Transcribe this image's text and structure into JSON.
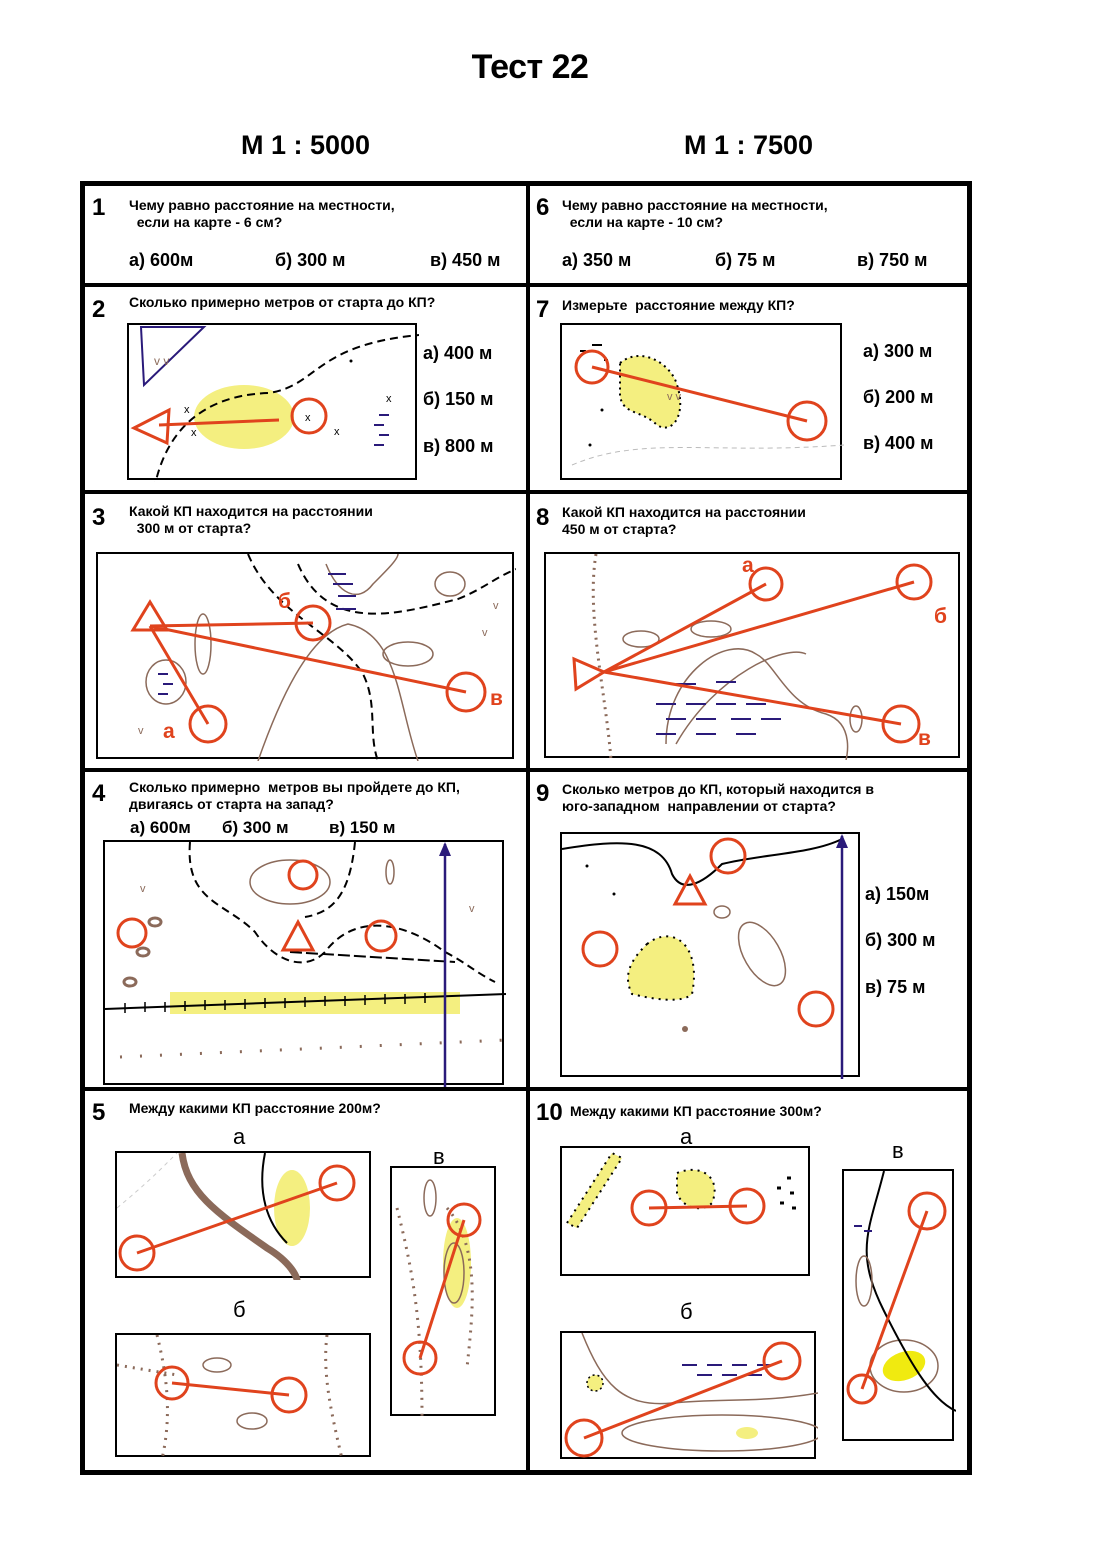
{
  "title": "Тест 22",
  "scale_left": "М 1 : 5000",
  "scale_right": "М 1 : 7500",
  "questions": [
    {
      "num": "1",
      "text": "Чему равно расстояние на местности,\n  если на карте - 6 см?",
      "answers": [
        "а) 600м",
        "б) 300 м",
        "в) 450 м"
      ]
    },
    {
      "num": "2",
      "text": "Сколько примерно метров от старта до КП?",
      "answers": [
        "а) 400 м",
        "б) 150 м",
        "в) 800 м"
      ]
    },
    {
      "num": "3",
      "text": "Какой КП находится на расстоянии\n  300 м от старта?",
      "labels": [
        "а",
        "б",
        "в"
      ]
    },
    {
      "num": "4",
      "text": "Сколько примерно  метров вы пройдете до КП,\nдвигаясь от старта на запад?",
      "answers": [
        "а) 600м",
        "б) 300 м",
        "в) 150 м"
      ]
    },
    {
      "num": "5",
      "text": "Между какими КП расстояние 200м?",
      "labels": [
        "а",
        "б",
        "в"
      ]
    },
    {
      "num": "6",
      "text": "Чему равно расстояние на местности,\n  если на карте - 10 см?",
      "answers": [
        "а) 350 м",
        "б) 75 м",
        "в) 750 м"
      ]
    },
    {
      "num": "7",
      "text": "Измерьте  расстояние между КП?",
      "answers": [
        "а) 300 м",
        "б) 200 м",
        "в) 400 м"
      ]
    },
    {
      "num": "8",
      "text": "Какой КП находится на расстоянии\n450 м от старта?",
      "labels": [
        "а",
        "б",
        "в"
      ]
    },
    {
      "num": "9",
      "text": "Сколько метров до КП, который находится в\nюго-западном  направлении от старта?",
      "answers": [
        "а) 150м",
        "б) 300 м",
        "в)  75 м"
      ]
    },
    {
      "num": "10",
      "text": "Между какими КП расстояние 300м?",
      "labels": [
        "а",
        "б",
        "в"
      ]
    }
  ],
  "colors": {
    "route": "#e0431d",
    "yellow": "#f4ef80",
    "brown": "#8b6a5a",
    "blue": "#2a1a7a"
  }
}
